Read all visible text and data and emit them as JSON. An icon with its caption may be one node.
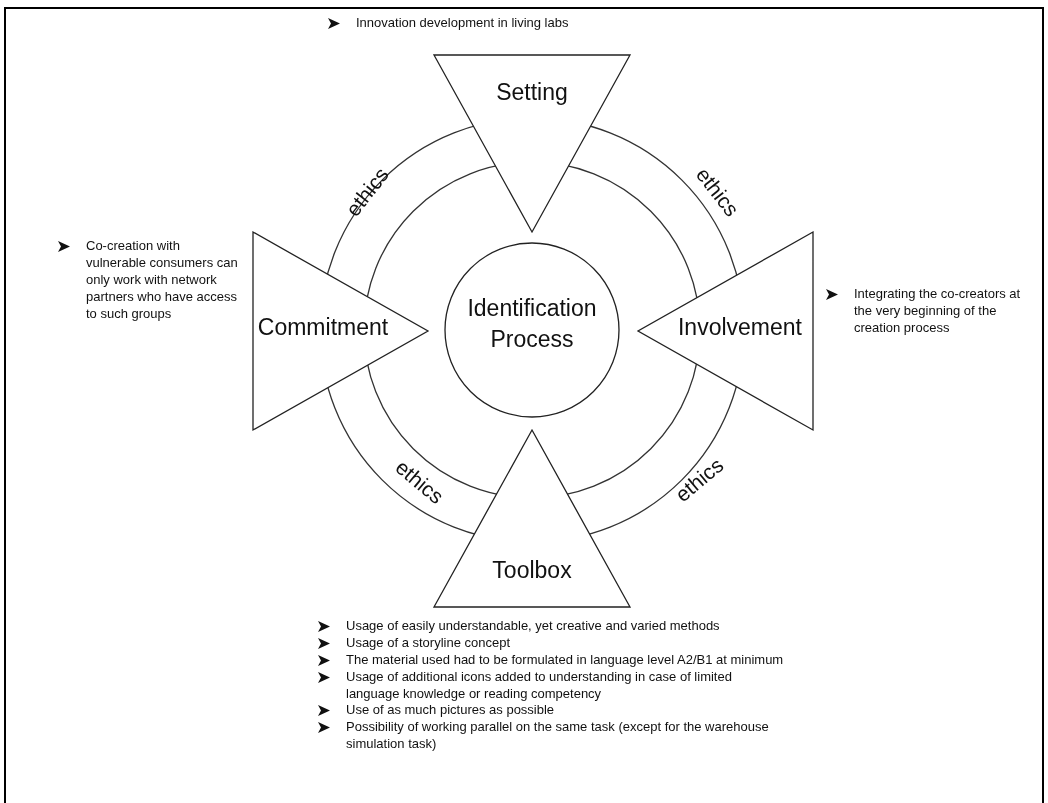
{
  "diagram": {
    "nodes": [
      {
        "text": [
          "Setting"
        ],
        "beside": [
          "Innovation development in living labs"
        ]
      },
      {
        "text": [
          "Commitment"
        ],
        "beside": [
          "Co-creation with vulnerable consumers can only work with network partners who have access to such groups"
        ]
      },
      {
        "text": [
          "Identification Process"
        ]
      },
      {
        "text": [
          "Involvement"
        ],
        "beside": [
          "Integrating the co-creators at the very beginning of the creation process"
        ]
      },
      {
        "text": [
          "Toolbox"
        ],
        "beside": [
          "Usage of easily understandable, yet creative and varied methods",
          "Usage of a storyline concept",
          "The material used had to be formulated in language level A2/B1 at minimum",
          "Usage of additional icons added to understanding in case of limited language knowledge or reading competency",
          "Use of as much pictures as possible",
          "Possibility of working parallel on the same task (except for the warehouse simulation task)"
        ]
      }
    ],
    "edges": [],
    "labels": [
      "ethics",
      "ethics",
      "ethics",
      "ethics"
    ]
  }
}
